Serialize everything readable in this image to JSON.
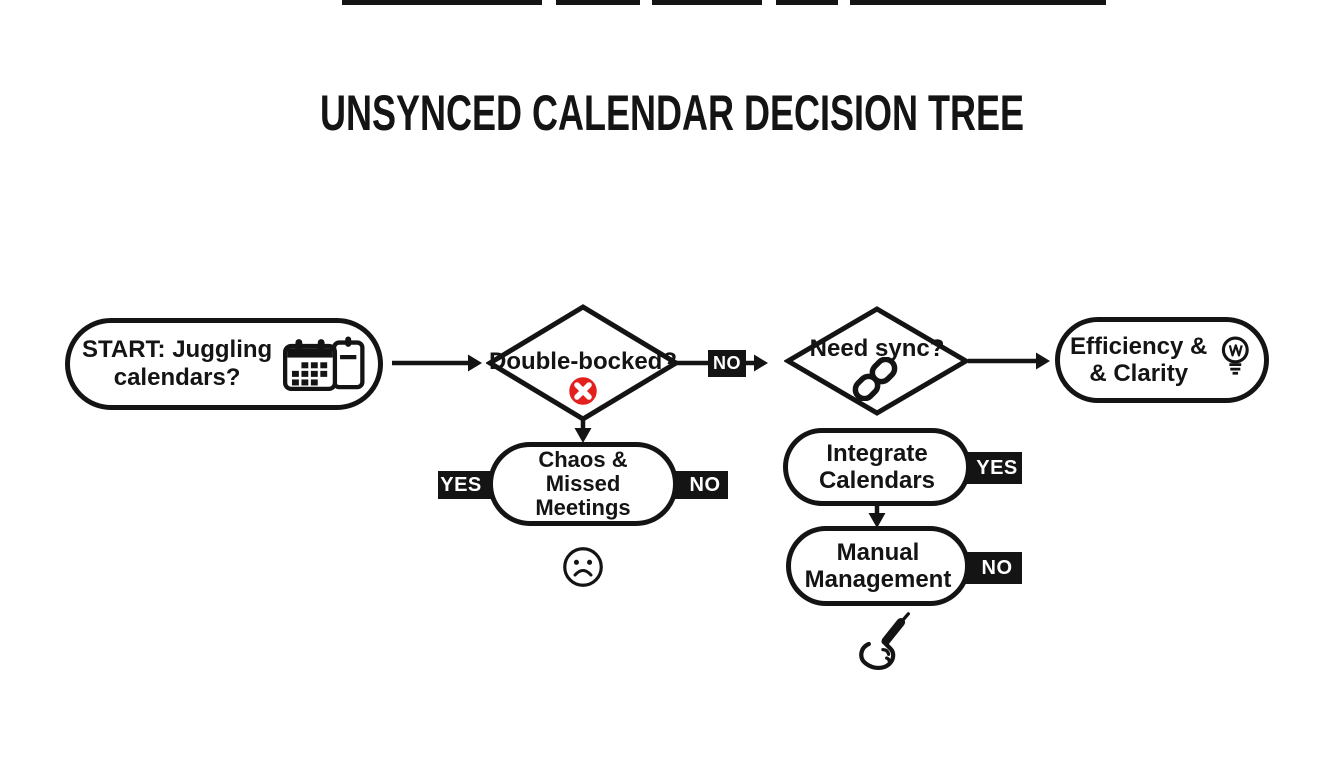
{
  "page": {
    "title": "UNSYNCED CALENDAR DECISION TREE",
    "colors": {
      "ink": "#141414",
      "background": "#ffffff",
      "error_red": "#e3201d",
      "label_bg": "#141414",
      "label_text": "#ffffff"
    }
  },
  "flowchart": {
    "start": {
      "line1": "START: Juggling",
      "line2": "calendars?",
      "icon": "calendar-icon"
    },
    "double_booked": {
      "label": "Double-bocked?",
      "icon": "error-x-icon"
    },
    "need_sync": {
      "label": "Need sync?",
      "icon": "chain-link-icon"
    },
    "efficiency": {
      "line1": "Efficiency &",
      "line2": "& Clarity",
      "icon": "lightbulb-icon"
    },
    "chaos": {
      "line1": "Chaos &",
      "line2": "Missed",
      "line3": "Meetings",
      "icon": "sad-face-icon"
    },
    "integrate": {
      "line1": "Integrate",
      "line2": "Calendars"
    },
    "manual": {
      "line1": "Manual",
      "line2": "Management",
      "icon": "writing-hand-icon"
    },
    "labels": {
      "no_mid": "NO",
      "yes_chaos": "YES",
      "no_chaos": "NO",
      "yes_integrate": "YES",
      "no_manual": "NO"
    }
  }
}
